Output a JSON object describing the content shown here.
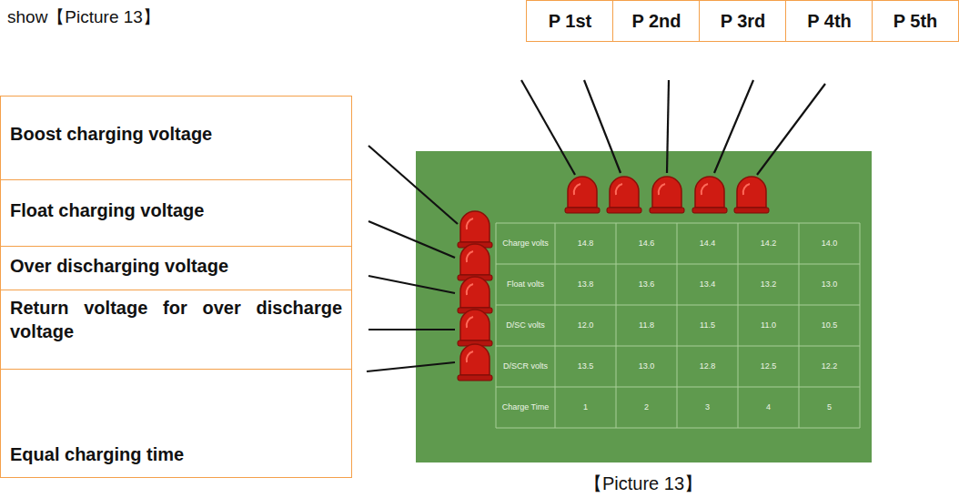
{
  "diagram": {
    "caption": "【Picture 13】",
    "nodes": [
      {
        "text": [
          "P 1st"
        ]
      },
      {
        "text": [
          "P 2nd"
        ]
      },
      {
        "text": [
          "P 3rd"
        ]
      },
      {
        "text": [
          "P 4th"
        ]
      },
      {
        "text": [
          "P 5th"
        ]
      },
      {
        "text": [
          "Boost charging voltage"
        ]
      },
      {
        "text": [
          "Float charging voltage"
        ]
      },
      {
        "text": [
          "Over discharging voltage"
        ]
      },
      {
        "text": [
          "Return voltage for over discharge voltage"
        ]
      },
      {
        "text": [
          "Equal charging time"
        ]
      }
    ],
    "labels": [
      "show【Picture 13】",
      "Charge volts",
      "14.8",
      "14.6",
      "14.4",
      "14.2",
      "14.0",
      "Float volts",
      "13.8",
      "13.6",
      "13.4",
      "13.2",
      "13.0",
      "D/SC volts",
      "12.0",
      "11.8",
      "11.5",
      "11.0",
      "10.5",
      "D/SCR volts",
      "13.5",
      "13.0",
      "12.8",
      "12.5",
      "12.2",
      "Charge Time",
      "1",
      "2",
      "3",
      "4",
      "5"
    ]
  }
}
